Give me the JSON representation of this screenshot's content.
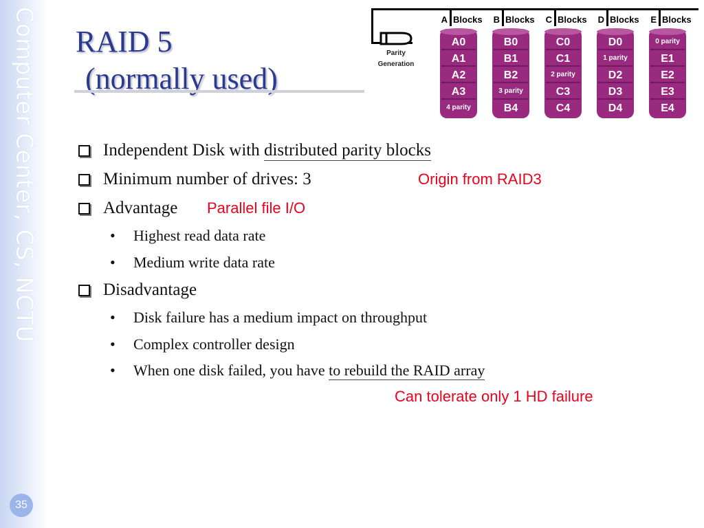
{
  "sidebar": {
    "text": "Computer Center, CS, NCTU",
    "page_number": "35"
  },
  "title": {
    "line1": "RAID 5",
    "line2": "(normally used)"
  },
  "bullets": [
    {
      "pre": "Independent Disk with ",
      "underlined": "distributed parity blocks"
    },
    {
      "text": "Minimum number of drives: 3"
    },
    {
      "text": "Advantage"
    },
    {
      "text": "Highest read data rate"
    },
    {
      "text": "Medium write data rate"
    },
    {
      "text": "Disadvantage"
    },
    {
      "text": "Disk failure has a medium impact on throughput"
    },
    {
      "text": "Complex controller design"
    },
    {
      "pre": "When one disk failed, you have ",
      "underlined": "to rebuild the RAID array"
    }
  ],
  "notes": {
    "origin": "Origin from RAID3",
    "parallel": "Parallel file I/O",
    "tolerate": "Can tolerate only 1 HD failure"
  },
  "diagram": {
    "parity_label_1": "Parity",
    "parity_label_2": "Generation",
    "columns": [
      {
        "letter": "A",
        "word": "Blocks",
        "cells": [
          "A0",
          "A1",
          "A2",
          "A3",
          "4 parity"
        ]
      },
      {
        "letter": "B",
        "word": "Blocks",
        "cells": [
          "B0",
          "B1",
          "B2",
          "3 parity",
          "B4"
        ]
      },
      {
        "letter": "C",
        "word": "Blocks",
        "cells": [
          "C0",
          "C1",
          "2 parity",
          "C3",
          "C4"
        ]
      },
      {
        "letter": "D",
        "word": "Blocks",
        "cells": [
          "D0",
          "1 parity",
          "D2",
          "D3",
          "D4"
        ]
      },
      {
        "letter": "E",
        "word": "Blocks",
        "cells": [
          "0 parity",
          "E1",
          "E2",
          "E3",
          "E4"
        ]
      }
    ],
    "colors": {
      "disk": "#9a2a80",
      "disk_dark": "#6e1a5c",
      "text": "#ffffff",
      "wire": "#000000"
    }
  }
}
